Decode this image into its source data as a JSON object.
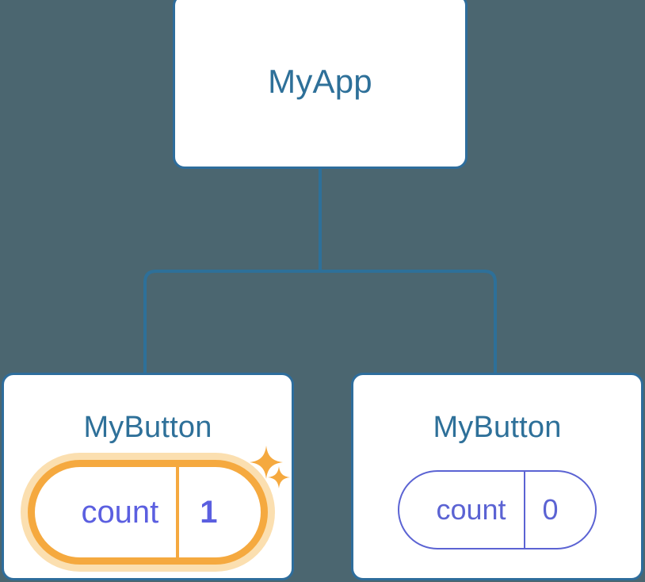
{
  "diagram": {
    "type": "component-tree",
    "background_color": "#4b6670",
    "connector_color": "#2e7099",
    "node_border_color": "#2e6d9c",
    "node_fill_color": "#ffffff",
    "title_color": "#2e7099",
    "state_color": "#5b63d3",
    "highlight_color": "#f5a93f",
    "highlight_glow_color": "#fbdfb0",
    "sparkle_color": "#f5a93f",
    "root": {
      "title": "MyApp"
    },
    "children": [
      {
        "title": "MyButton",
        "state": {
          "key": "count",
          "value": "1"
        },
        "highlighted": true,
        "sparkles": [
          {
            "name": "sparkle-large"
          },
          {
            "name": "sparkle-small"
          }
        ]
      },
      {
        "title": "MyButton",
        "state": {
          "key": "count",
          "value": "0"
        },
        "highlighted": false
      }
    ]
  }
}
